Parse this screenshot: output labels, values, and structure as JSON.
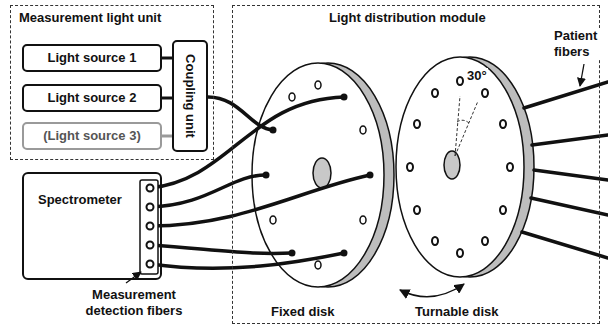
{
  "diagram": {
    "nodes": [
      {
        "text": [
          "Measurement light unit"
        ]
      },
      {
        "text": [
          "Light source 1"
        ],
        "in": 0
      },
      {
        "text": [
          "Light source 2"
        ],
        "in": 0
      },
      {
        "text": [
          "(Light source 3)"
        ],
        "in": 0
      },
      {
        "text": [
          "Coupling unit"
        ],
        "in": 0
      },
      {
        "text": [
          "Spectrometer"
        ]
      },
      {
        "text": [
          "Light distribution module"
        ]
      }
    ],
    "edges": [
      {
        "from": 1,
        "to": 4,
        "arrow": "none"
      },
      {
        "from": 2,
        "to": 4,
        "arrow": "none"
      },
      {
        "from": 3,
        "to": 4,
        "arrow": "none"
      }
    ],
    "labels": [
      "Patient fibers",
      "30°",
      "Measurement detection fibers",
      "Fixed disk",
      "Turnable disk"
    ]
  }
}
